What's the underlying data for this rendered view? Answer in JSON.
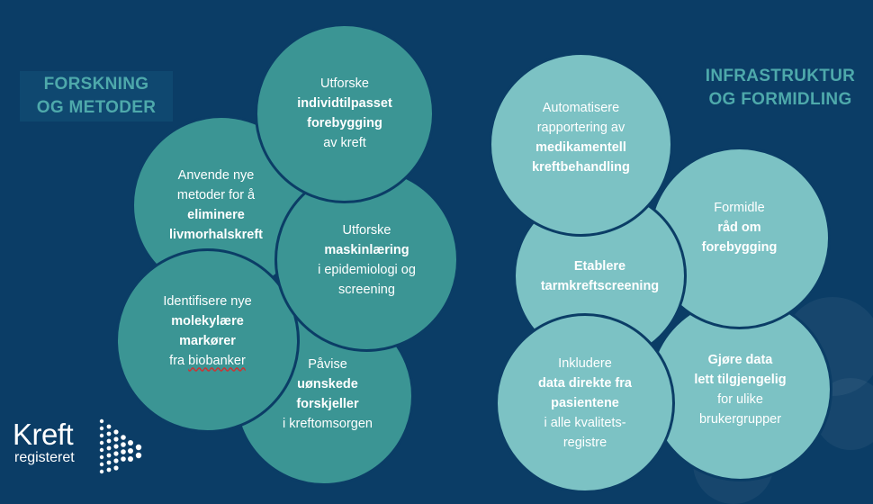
{
  "colors": {
    "background": "#0b3d66",
    "circle_dark": "#3b9594",
    "circle_light": "#7cc2c4",
    "heading": "#4ea9ab",
    "text": "#ffffff"
  },
  "left_section": {
    "heading": [
      "FORSKNING",
      "OG METODER"
    ],
    "circles": [
      {
        "lines": [
          {
            "t": "Utforske",
            "b": false
          },
          {
            "t": "individtilpasset",
            "b": true
          },
          {
            "t": "forebygging",
            "b": true
          },
          {
            "t": "av kreft",
            "b": false
          }
        ]
      },
      {
        "lines": [
          {
            "t": "Anvende nye",
            "b": false
          },
          {
            "t": "metoder for å",
            "b": false
          },
          {
            "t": "eliminere",
            "b": true
          },
          {
            "t": "livmorhalskreft",
            "b": true
          }
        ]
      },
      {
        "lines": [
          {
            "t": "Utforske",
            "b": false
          },
          {
            "t": "maskinlæring",
            "b": true
          },
          {
            "t": "i epidemiologi og",
            "b": false
          },
          {
            "t": "screening",
            "b": false
          }
        ]
      },
      {
        "lines": [
          {
            "t": "Identifisere nye",
            "b": false
          },
          {
            "t": "molekylære",
            "b": true
          },
          {
            "t": "markører",
            "b": true
          },
          {
            "t": "fra biobanker",
            "b": false
          }
        ]
      },
      {
        "lines": [
          {
            "t": "Påvise",
            "b": false
          },
          {
            "t": "uønskede",
            "b": true
          },
          {
            "t": "forskjeller",
            "b": true
          },
          {
            "t": "i kreftomsorgen",
            "b": false
          }
        ]
      }
    ]
  },
  "right_section": {
    "heading": [
      "INFRASTRUKTUR",
      "OG FORMIDLING"
    ],
    "circles": [
      {
        "lines": [
          {
            "t": "Automatisere",
            "b": false
          },
          {
            "t": "rapportering av",
            "b": false
          },
          {
            "t": "medikamentell",
            "b": true
          },
          {
            "t": "kreftbehandling",
            "b": true
          }
        ]
      },
      {
        "lines": [
          {
            "t": "Formidle",
            "b": false
          },
          {
            "t": "råd om",
            "b": true
          },
          {
            "t": "forebygging",
            "b": true
          }
        ]
      },
      {
        "lines": [
          {
            "t": "Etablere",
            "b": true
          },
          {
            "t": "tarmkreftscreening",
            "b": true
          }
        ]
      },
      {
        "lines": [
          {
            "t": "Gjøre data",
            "b": true
          },
          {
            "t": "lett tilgjengelig",
            "b": true
          },
          {
            "t": "for ulike",
            "b": false
          },
          {
            "t": "brukergrupper",
            "b": false
          }
        ]
      },
      {
        "lines": [
          {
            "t": "Inkludere",
            "b": false
          },
          {
            "t": "data direkte fra",
            "b": true
          },
          {
            "t": "pasientene",
            "b": true
          },
          {
            "t": "i alle kvalitets-",
            "b": false
          },
          {
            "t": "registre",
            "b": false
          }
        ]
      }
    ]
  },
  "logo": {
    "name": "Kreft",
    "sub": "registeret"
  }
}
